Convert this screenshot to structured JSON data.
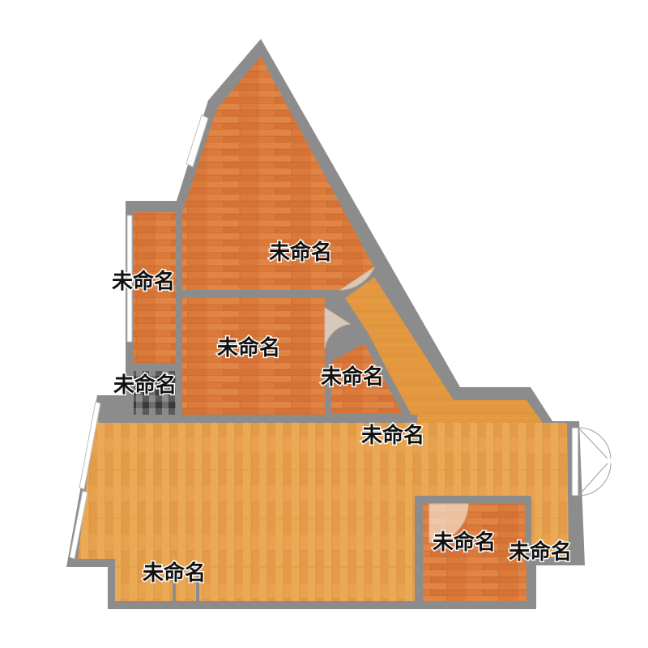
{
  "colors": {
    "wall": "#8c8c8c",
    "wood_dark": "#dc7a3c",
    "wood_light": "#e8a24e",
    "tile_dark": "#3a3a3a",
    "tile_light": "#9a9a9a",
    "window": "#ffffff",
    "door_swing": "#f3e3cf"
  },
  "rooms": [
    {
      "id": "upper-triangle-room",
      "label": "未命名"
    },
    {
      "id": "left-balcony",
      "label": "未命名"
    },
    {
      "id": "middle-bedroom",
      "label": "未命名"
    },
    {
      "id": "bathroom",
      "label": "未命名"
    },
    {
      "id": "small-room",
      "label": "未命名"
    },
    {
      "id": "corridor",
      "label": "未命名"
    },
    {
      "id": "living-room",
      "label": "未命名"
    },
    {
      "id": "lower-right-room",
      "label": "未命名"
    },
    {
      "id": "right-area",
      "label": "未命名"
    }
  ]
}
